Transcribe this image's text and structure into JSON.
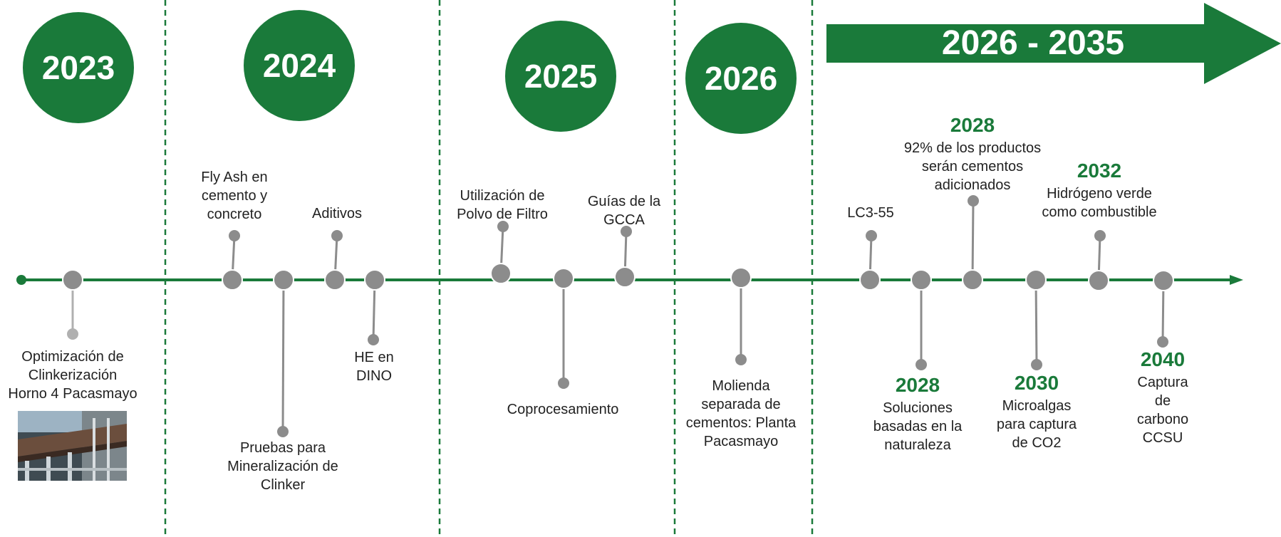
{
  "accent_color": "#1a7a3a",
  "node_color": "#8c8c8c",
  "years": [
    "2023",
    "2024",
    "2025",
    "2026"
  ],
  "banner": "2026 - 2035",
  "milestones": {
    "optimizacion": "Optimización de\nClinkerización\nHorno 4 Pacasmayo",
    "fly_ash": "Fly Ash en\ncemento y\nconcreto",
    "pruebas": "Pruebas para\nMineralización de\nClinker",
    "aditivos": "Aditivos",
    "he_dino": "HE en\nDINO",
    "polvo_filtro": "Utilización de\nPolvo de Filtro",
    "coprocesamiento": "Coprocesamiento",
    "gcca": "Guías de la\nGCCA",
    "molienda": "Molienda\nseparada de\ncementos: Planta\nPacasmayo",
    "lc3": "LC3-55",
    "soluciones": "Soluciones\nbasadas en la\nnaturaleza",
    "productos_92": "92% de los productos\nserán cementos\nadicionados",
    "microalgas": "Microalgas\npara captura\nde CO2",
    "hidrogeno": "Hidrógeno verde\ncomo combustible",
    "captura": "Captura\nde\ncarbono\nCCSU"
  },
  "milestone_years": {
    "soluciones": "2028",
    "productos_92": "2028",
    "microalgas": "2030",
    "hidrogeno": "2032",
    "captura": "2040"
  }
}
